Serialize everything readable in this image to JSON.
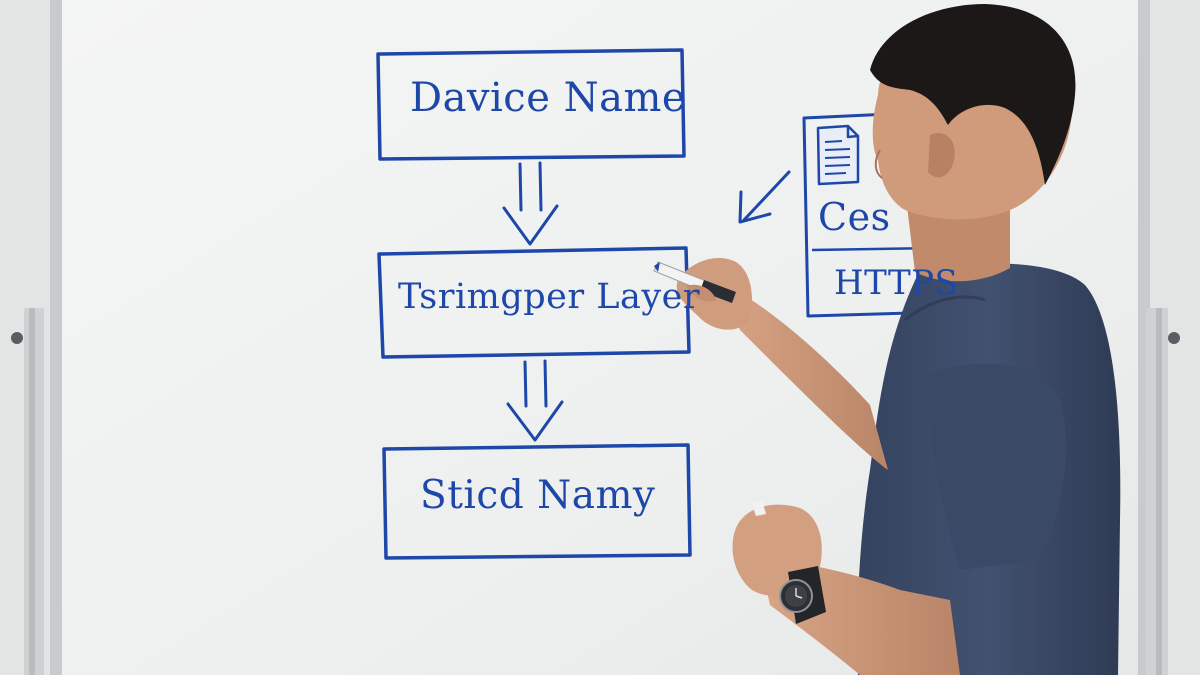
{
  "whiteboard": {
    "flow": [
      {
        "label": "Davice Name"
      },
      {
        "label": "Tsrimgper Layer"
      },
      {
        "label": "Sticd Namy"
      }
    ],
    "note": {
      "icon": "document-icon",
      "lines": [
        "Ces",
        "HTTPS"
      ]
    }
  },
  "colors": {
    "marker": "#1d47a8",
    "board": "#f2f3f3",
    "wall": "#e4e5e5",
    "frame": "#c9cccd",
    "shirt": "#3c4c69",
    "skin": "#c89575",
    "hair": "#1b1716"
  }
}
